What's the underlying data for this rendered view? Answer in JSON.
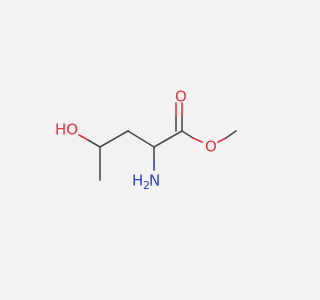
{
  "molecule": {
    "atoms": {
      "hydroxyl_label": "HO",
      "amine_h": "H",
      "amine_subscript": "2",
      "amine_n": "N",
      "carbonyl_o": "O",
      "ester_o": "O"
    },
    "colors": {
      "bond": "#4a4a4a",
      "oxygen": "#e8323c",
      "nitrogen": "#2f3fcf",
      "background": "#f2f2f2"
    }
  }
}
